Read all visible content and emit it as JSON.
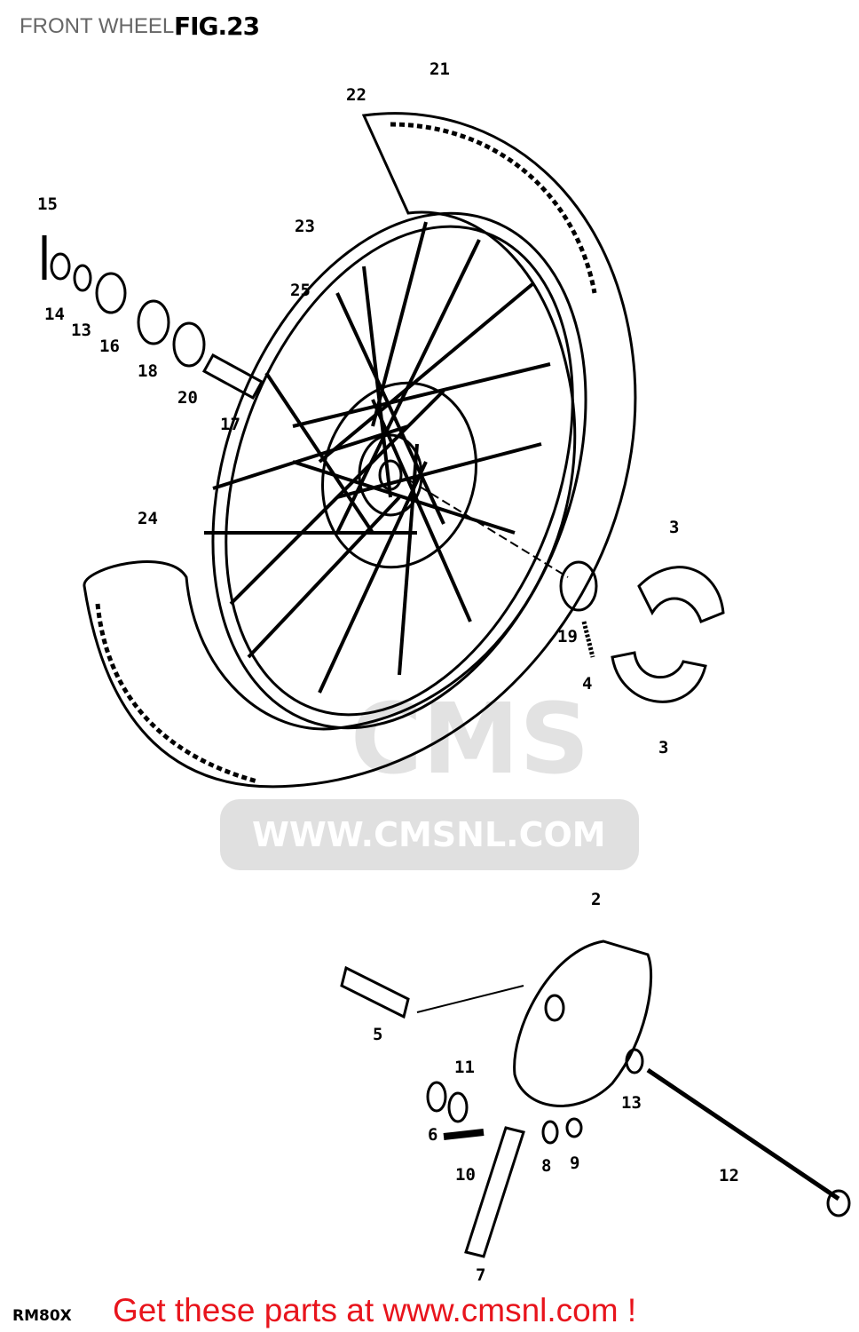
{
  "header": {
    "figure_number": "FIG.23",
    "title": "FRONT WHEEL"
  },
  "watermark": {
    "logo": "CMS",
    "url": "WWW.CMSNL.COM"
  },
  "callouts": {
    "c21": "21",
    "c22": "22",
    "c23": "23",
    "c25": "25",
    "c15": "15",
    "c14": "14",
    "c13a": "13",
    "c16": "16",
    "c18": "18",
    "c20": "20",
    "c17": "17",
    "c24": "24",
    "c3a": "3",
    "c4": "4",
    "c19": "19",
    "c3b": "3",
    "c2": "2",
    "c5": "5",
    "c11": "11",
    "c13b": "13",
    "c6a": "6",
    "c10": "10",
    "c8": "8",
    "c9": "9",
    "c12": "12",
    "c7": "7"
  },
  "footer": {
    "model": "RM80X",
    "promo": "Get these parts at www.cmsnl.com !"
  }
}
